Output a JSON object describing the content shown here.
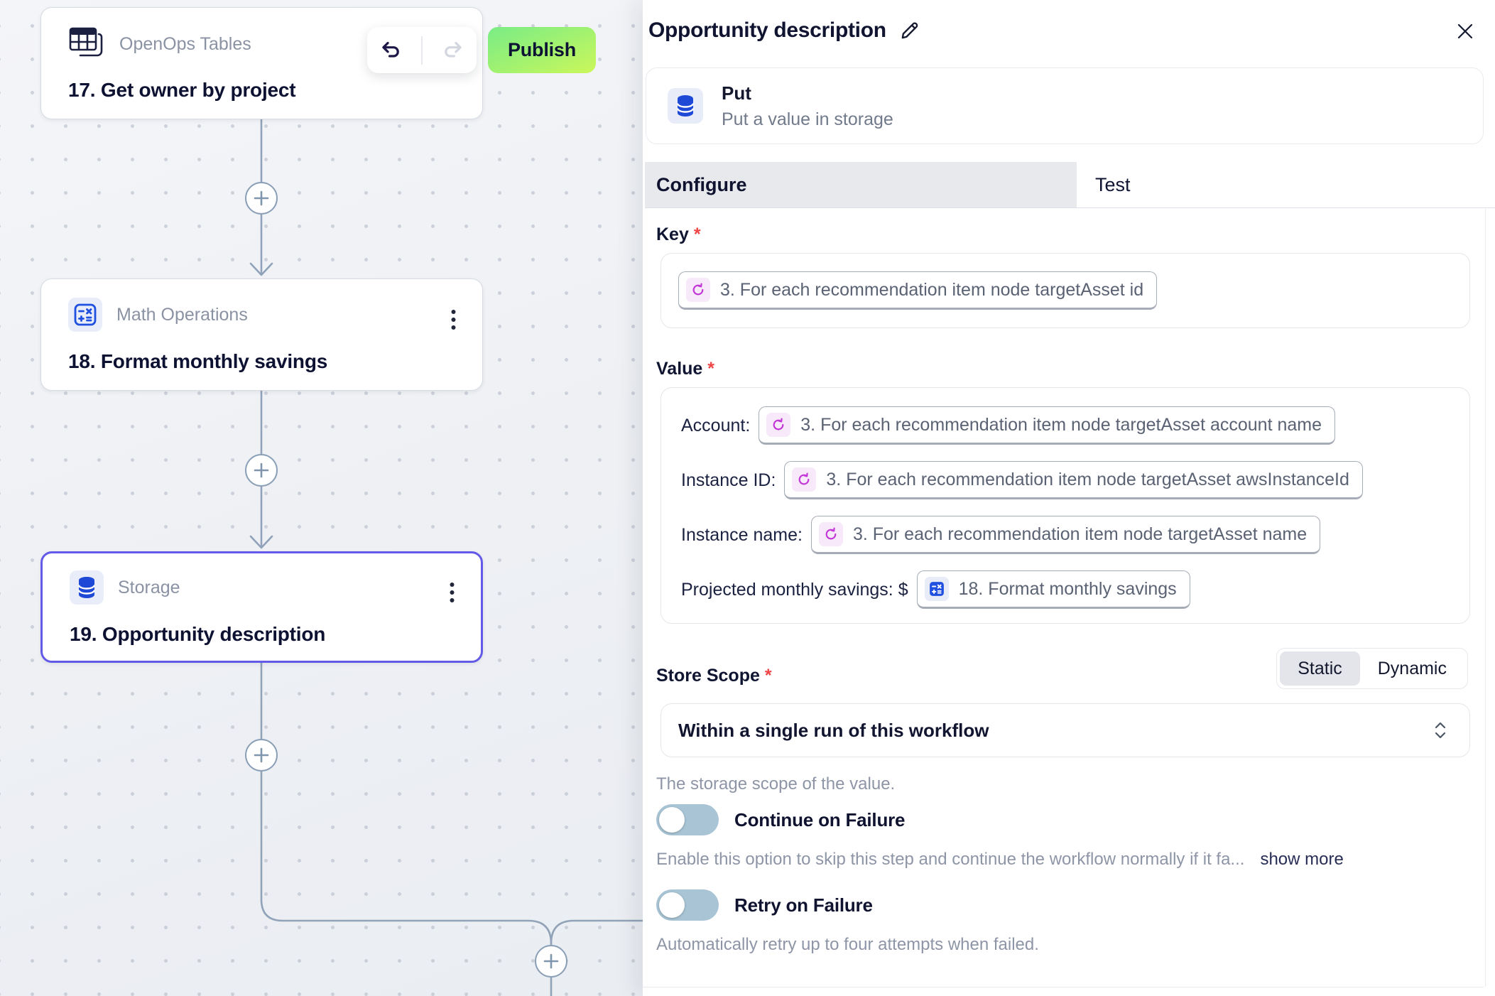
{
  "canvas": {
    "publish_label": "Publish",
    "undo_icon": "undo-icon",
    "redo_icon": "redo-icon",
    "nodes": [
      {
        "app": "OpenOps Tables",
        "title": "17. Get owner by project",
        "icon": "tables-icon",
        "selected": false
      },
      {
        "app": "Math Operations",
        "title": "18. Format monthly savings",
        "icon": "math-icon",
        "selected": false
      },
      {
        "app": "Storage",
        "title": "19. Opportunity description",
        "icon": "database-icon",
        "selected": true
      }
    ]
  },
  "panel": {
    "title": "Opportunity description",
    "required_marker": "*",
    "action": {
      "name": "Put",
      "description": "Put a value in storage",
      "icon": "database-icon"
    },
    "tabs": [
      {
        "label": "Configure",
        "active": true
      },
      {
        "label": "Test",
        "active": false
      }
    ],
    "fields": {
      "key": {
        "label": "Key",
        "token": {
          "icon": "loop-icon",
          "text": "3. For each recommendation item node targetAsset id"
        }
      },
      "value": {
        "label": "Value",
        "lines": [
          {
            "prefix": "Account:",
            "token": {
              "icon": "loop-icon",
              "text": "3. For each recommendation item node targetAsset account name"
            }
          },
          {
            "prefix": "Instance ID:",
            "token": {
              "icon": "loop-icon",
              "text": "3. For each recommendation item node targetAsset awsInstanceId"
            }
          },
          {
            "prefix": "Instance name:",
            "token": {
              "icon": "loop-icon",
              "text": "3. For each recommendation item node targetAsset name"
            }
          },
          {
            "prefix": "Projected monthly savings: $",
            "token": {
              "icon": "math-icon",
              "text": "18. Format monthly savings"
            }
          }
        ]
      },
      "store_scope": {
        "label": "Store Scope",
        "mode_options": [
          "Static",
          "Dynamic"
        ],
        "mode_selected": "Static",
        "value": "Within a single run of this workflow",
        "help": "The storage scope of the value."
      },
      "continue_on_failure": {
        "label": "Continue on Failure",
        "enabled": false,
        "help": "Enable this option to skip this step and continue the workflow normally if it fa...",
        "show_more_label": "show more"
      },
      "retry_on_failure": {
        "label": "Retry on Failure",
        "enabled": false,
        "help": "Automatically retry up to four attempts when failed."
      }
    }
  },
  "colors": {
    "publish_gradient_start": "#79ec86",
    "publish_gradient_end": "#cbf75a",
    "selected_node_border": "#635be8",
    "connector": "#91a3b8",
    "database_icon_blue": "#1d49d6",
    "math_icon_blue": "#2050e0",
    "loop_icon_pink": "#c336d8",
    "required_red": "#ef4444",
    "toggle_track_off": "#a9c5d5",
    "active_tab_bg": "#e7e9ed"
  }
}
